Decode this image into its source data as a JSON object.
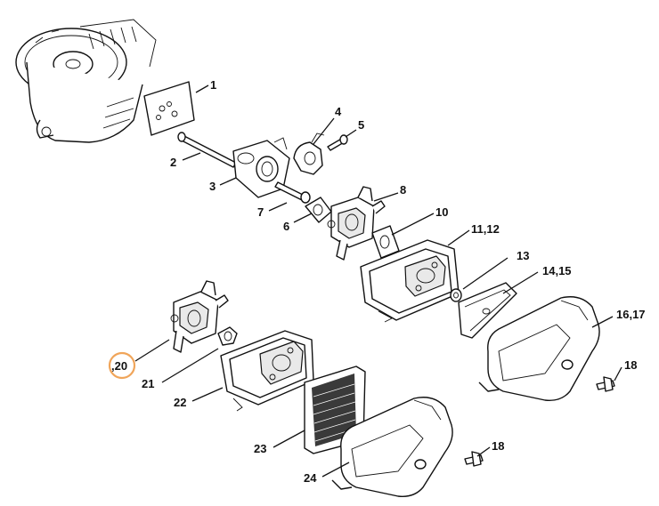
{
  "colors": {
    "highlight": "#f0a55a",
    "line": "#111111",
    "paper": "#ffffff"
  },
  "callouts": {
    "c1": "1",
    "c2": "2",
    "c3": "3",
    "c4": "4",
    "c5": "5",
    "c6": "6",
    "c7": "7",
    "c8": "8",
    "c10": "10",
    "c11_12": "11,12",
    "c13": "13",
    "c14_15": "14,15",
    "c16_17": "16,17",
    "c18a": "18",
    "c18b": "18",
    "c20": ",20",
    "c21": "21",
    "c22": "22",
    "c23": "23",
    "c24": "24"
  },
  "highlighted_callout": ",20"
}
